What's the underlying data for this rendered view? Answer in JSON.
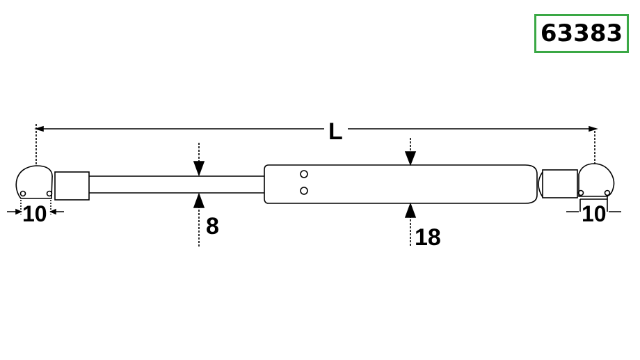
{
  "part_number": "63383",
  "badge_color": "#3aa845",
  "dimensions": {
    "length_label": "L",
    "rod_diameter": "8",
    "cylinder_diameter": "18",
    "left_ball_socket": "10",
    "right_ball_socket": "10"
  }
}
